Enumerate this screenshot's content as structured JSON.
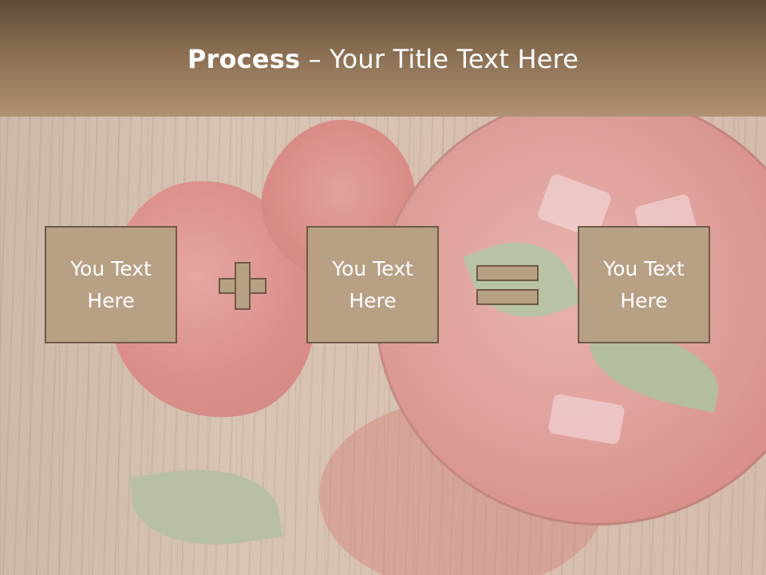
{
  "title": {
    "bold": "Process",
    "rest": " – Your Title Text Here"
  },
  "process": {
    "box_a": {
      "line1": "You Text",
      "line2": "Here"
    },
    "box_b": {
      "line1": "You Text",
      "line2": "Here"
    },
    "box_c": {
      "line1": "You Text",
      "line2": "Here"
    }
  },
  "icons": {
    "operator_1": "plus-icon",
    "operator_2": "equals-icon"
  },
  "colors": {
    "title_bar": "#8a6e52",
    "box_fill": "#b8a085",
    "box_border": "#6f5a44",
    "text": "#ffffff"
  }
}
